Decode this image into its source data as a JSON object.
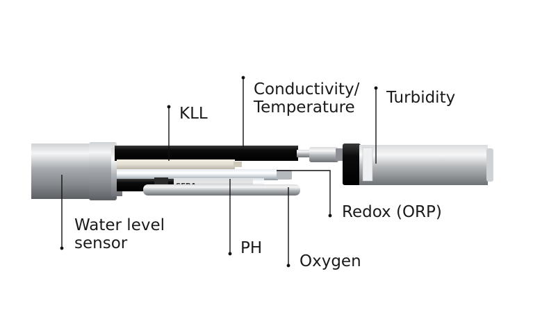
{
  "labels": {
    "kll": "KLL",
    "conductivity_line1": "Conductivity/",
    "conductivity_line2": "Temperature",
    "turbidity": "Turbidity",
    "redox": "Redox (ORP)",
    "water_level_line1": "Water level",
    "water_level_line2": "sensor",
    "ph": "PH",
    "oxygen": "Oxygen"
  },
  "device_marking": "SEBA",
  "colors": {
    "leader_line": "#111111",
    "text": "#1a1a1a",
    "steel": "#a9adb1",
    "black_rubber": "#151515"
  }
}
